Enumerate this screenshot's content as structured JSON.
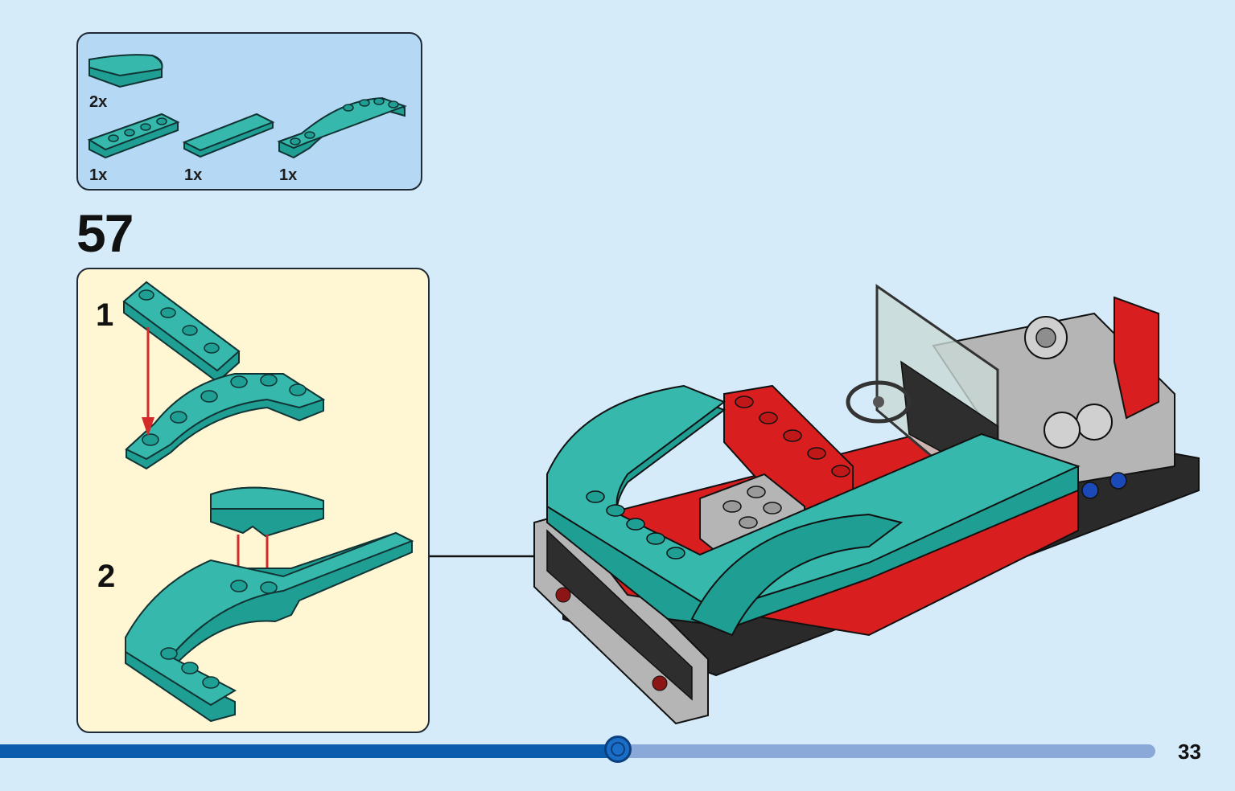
{
  "parts_list": {
    "items": [
      {
        "part": "teal-curved-slope",
        "quantity": "2x"
      },
      {
        "part": "teal-plate-1x4",
        "quantity": "1x"
      },
      {
        "part": "teal-tile-1x4",
        "quantity": "1x"
      },
      {
        "part": "teal-arch-plate",
        "quantity": "1x"
      }
    ]
  },
  "step": {
    "number": "57",
    "substeps": [
      {
        "number": "1"
      },
      {
        "number": "2"
      }
    ]
  },
  "progress": {
    "fraction": 0.535
  },
  "page": {
    "number": "33"
  },
  "colors": {
    "background": "#d6ebfa",
    "parts_panel": "#b5d8f5",
    "substep_panel": "#fff6d4",
    "teal_brick": "#1f9e93",
    "red_brick": "#d81e1e",
    "grey_brick": "#b5b5b5",
    "progress_fill": "#0c5cae",
    "progress_track": "#8aa9d9",
    "arrow": "#d42a2a"
  }
}
